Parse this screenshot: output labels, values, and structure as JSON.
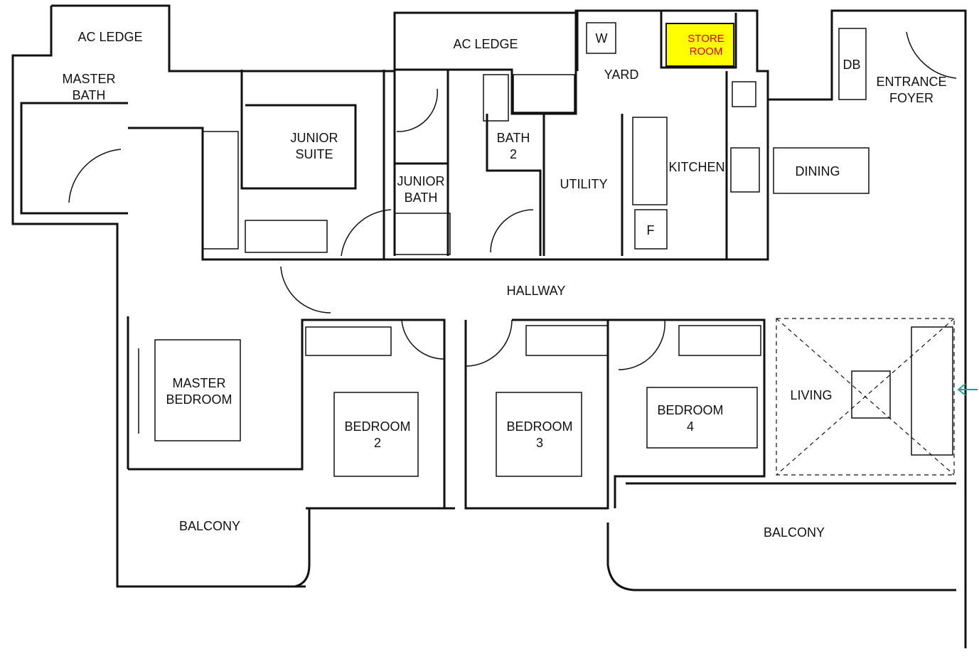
{
  "plan": {
    "rooms": {
      "ac_ledge_1": "AC LEDGE",
      "master_bath": [
        "MASTER",
        "BATH"
      ],
      "ac_ledge_2": "AC LEDGE",
      "junior_suite": [
        "JUNIOR",
        "SUITE"
      ],
      "junior_bath": [
        "JUNIOR",
        "BATH"
      ],
      "bath_2": [
        "BATH",
        "2"
      ],
      "yard": "YARD",
      "washer": "W",
      "store_room": [
        "STORE",
        "ROOM"
      ],
      "db": "DB",
      "entrance_foyer": [
        "ENTRANCE",
        "FOYER"
      ],
      "utility": "UTILITY",
      "kitchen": "KITCHEN",
      "fridge": "F",
      "dining": "DINING",
      "hallway": "HALLWAY",
      "master_bedroom": [
        "MASTER",
        "BEDROOM"
      ],
      "bedroom_2": [
        "BEDROOM",
        "2"
      ],
      "bedroom_3": [
        "BEDROOM",
        "3"
      ],
      "bedroom_4": [
        "BEDROOM",
        "4"
      ],
      "living": "LIVING",
      "balcony_1": "BALCONY",
      "balcony_2": "BALCONY"
    },
    "colors": {
      "store_fill": "#ffff00",
      "store_text": "#e00000",
      "entry_arrow": "#1aa39a"
    }
  }
}
